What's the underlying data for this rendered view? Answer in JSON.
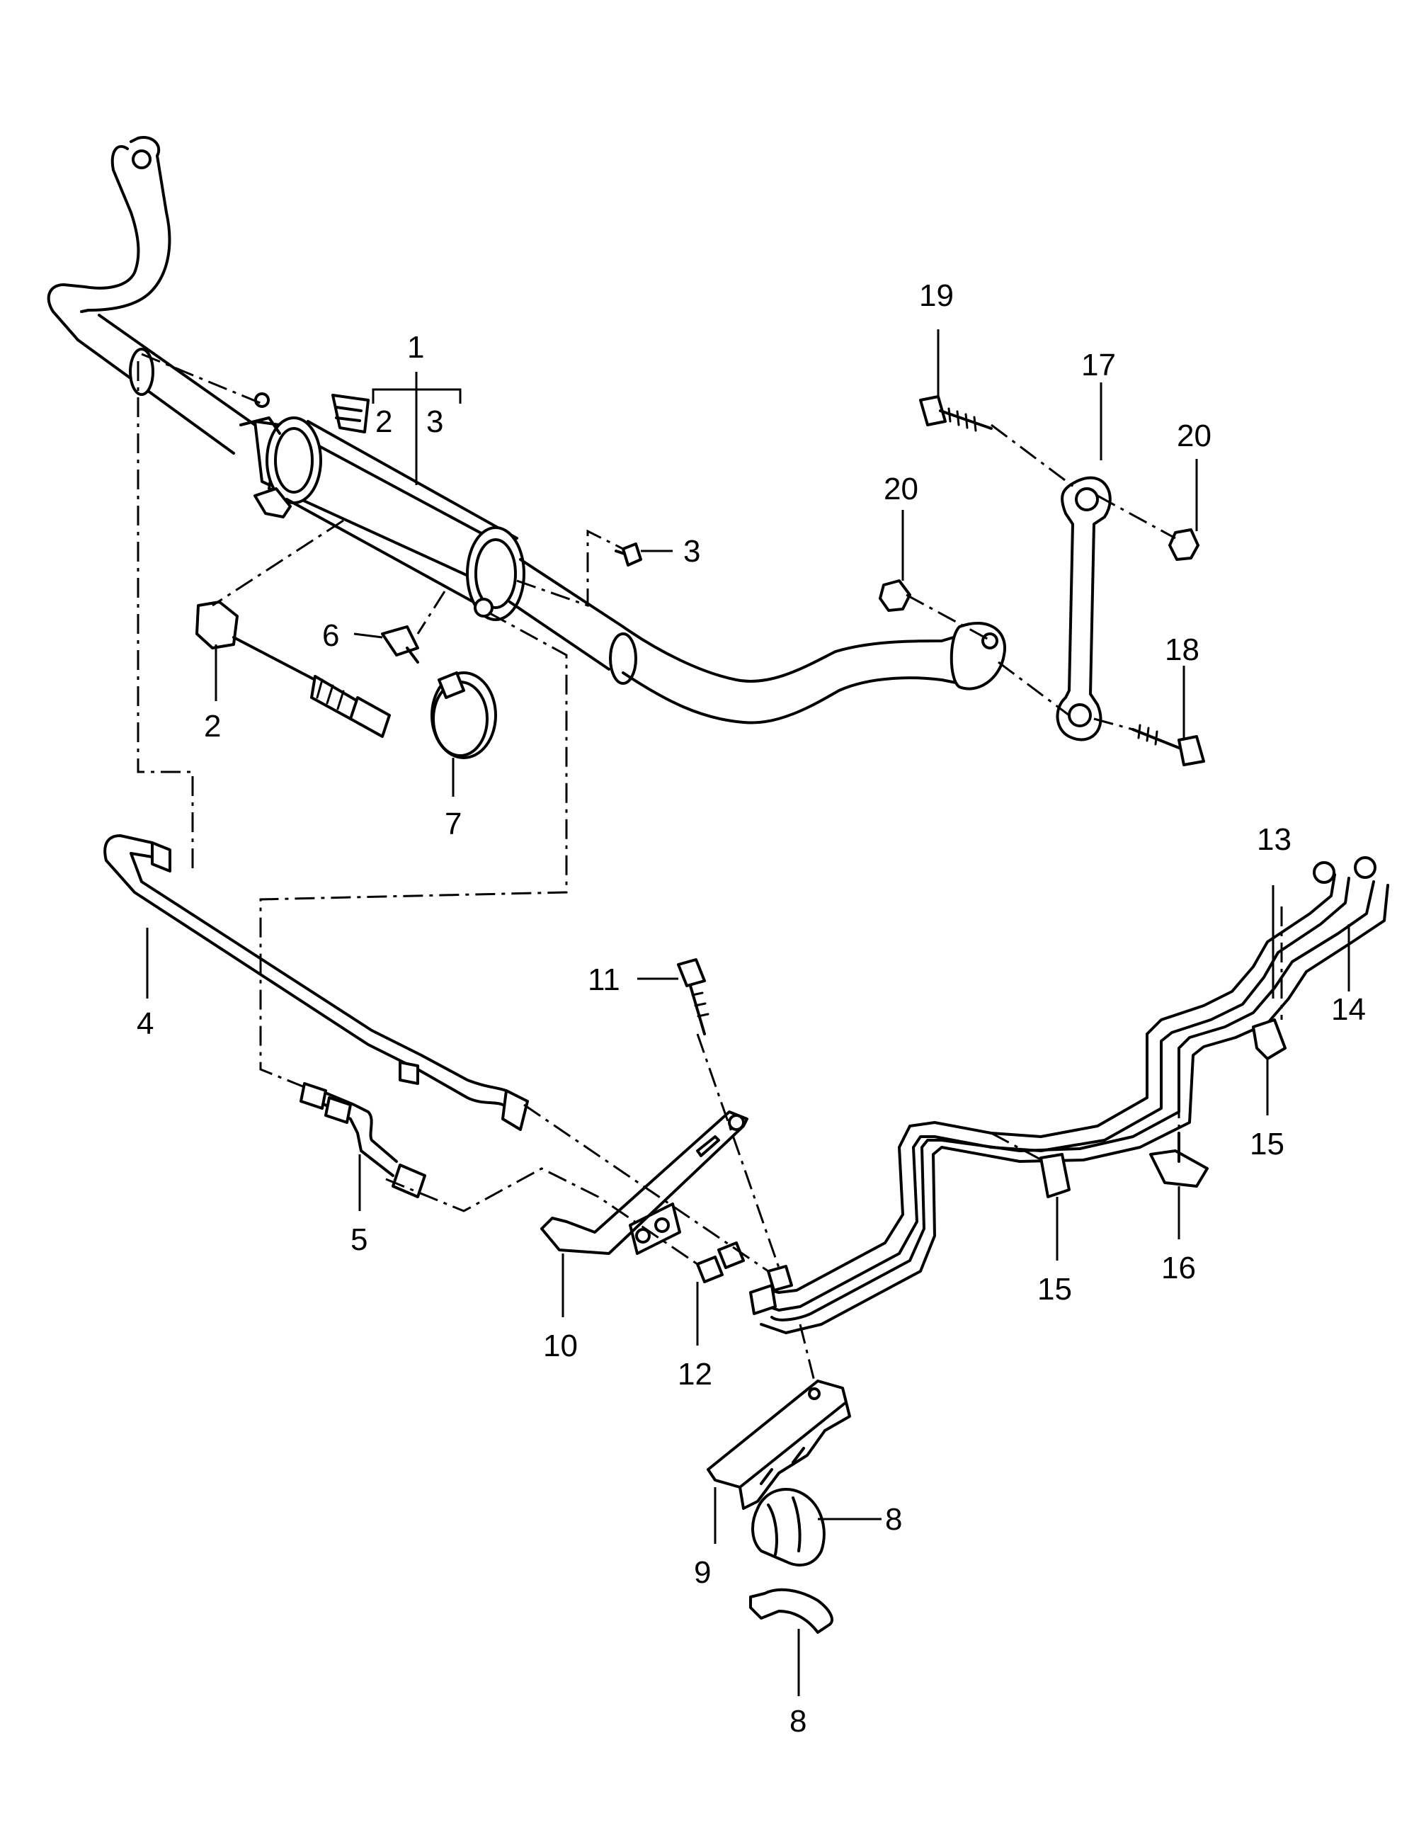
{
  "callouts": [
    {
      "id": "1",
      "text": "1"
    },
    {
      "id": "1-sub-2",
      "text": "2"
    },
    {
      "id": "1-sub-3",
      "text": "3"
    },
    {
      "id": "2",
      "text": "2"
    },
    {
      "id": "3",
      "text": "3"
    },
    {
      "id": "4",
      "text": "4"
    },
    {
      "id": "5",
      "text": "5"
    },
    {
      "id": "6",
      "text": "6"
    },
    {
      "id": "7",
      "text": "7"
    },
    {
      "id": "8a",
      "text": "8"
    },
    {
      "id": "8b",
      "text": "8"
    },
    {
      "id": "9",
      "text": "9"
    },
    {
      "id": "10",
      "text": "10"
    },
    {
      "id": "11",
      "text": "11"
    },
    {
      "id": "12",
      "text": "12"
    },
    {
      "id": "13",
      "text": "13"
    },
    {
      "id": "14",
      "text": "14"
    },
    {
      "id": "15a",
      "text": "15"
    },
    {
      "id": "15b",
      "text": "15"
    },
    {
      "id": "16",
      "text": "16"
    },
    {
      "id": "17",
      "text": "17"
    },
    {
      "id": "18",
      "text": "18"
    },
    {
      "id": "19",
      "text": "19"
    },
    {
      "id": "20a",
      "text": "20"
    },
    {
      "id": "20b",
      "text": "20"
    }
  ]
}
